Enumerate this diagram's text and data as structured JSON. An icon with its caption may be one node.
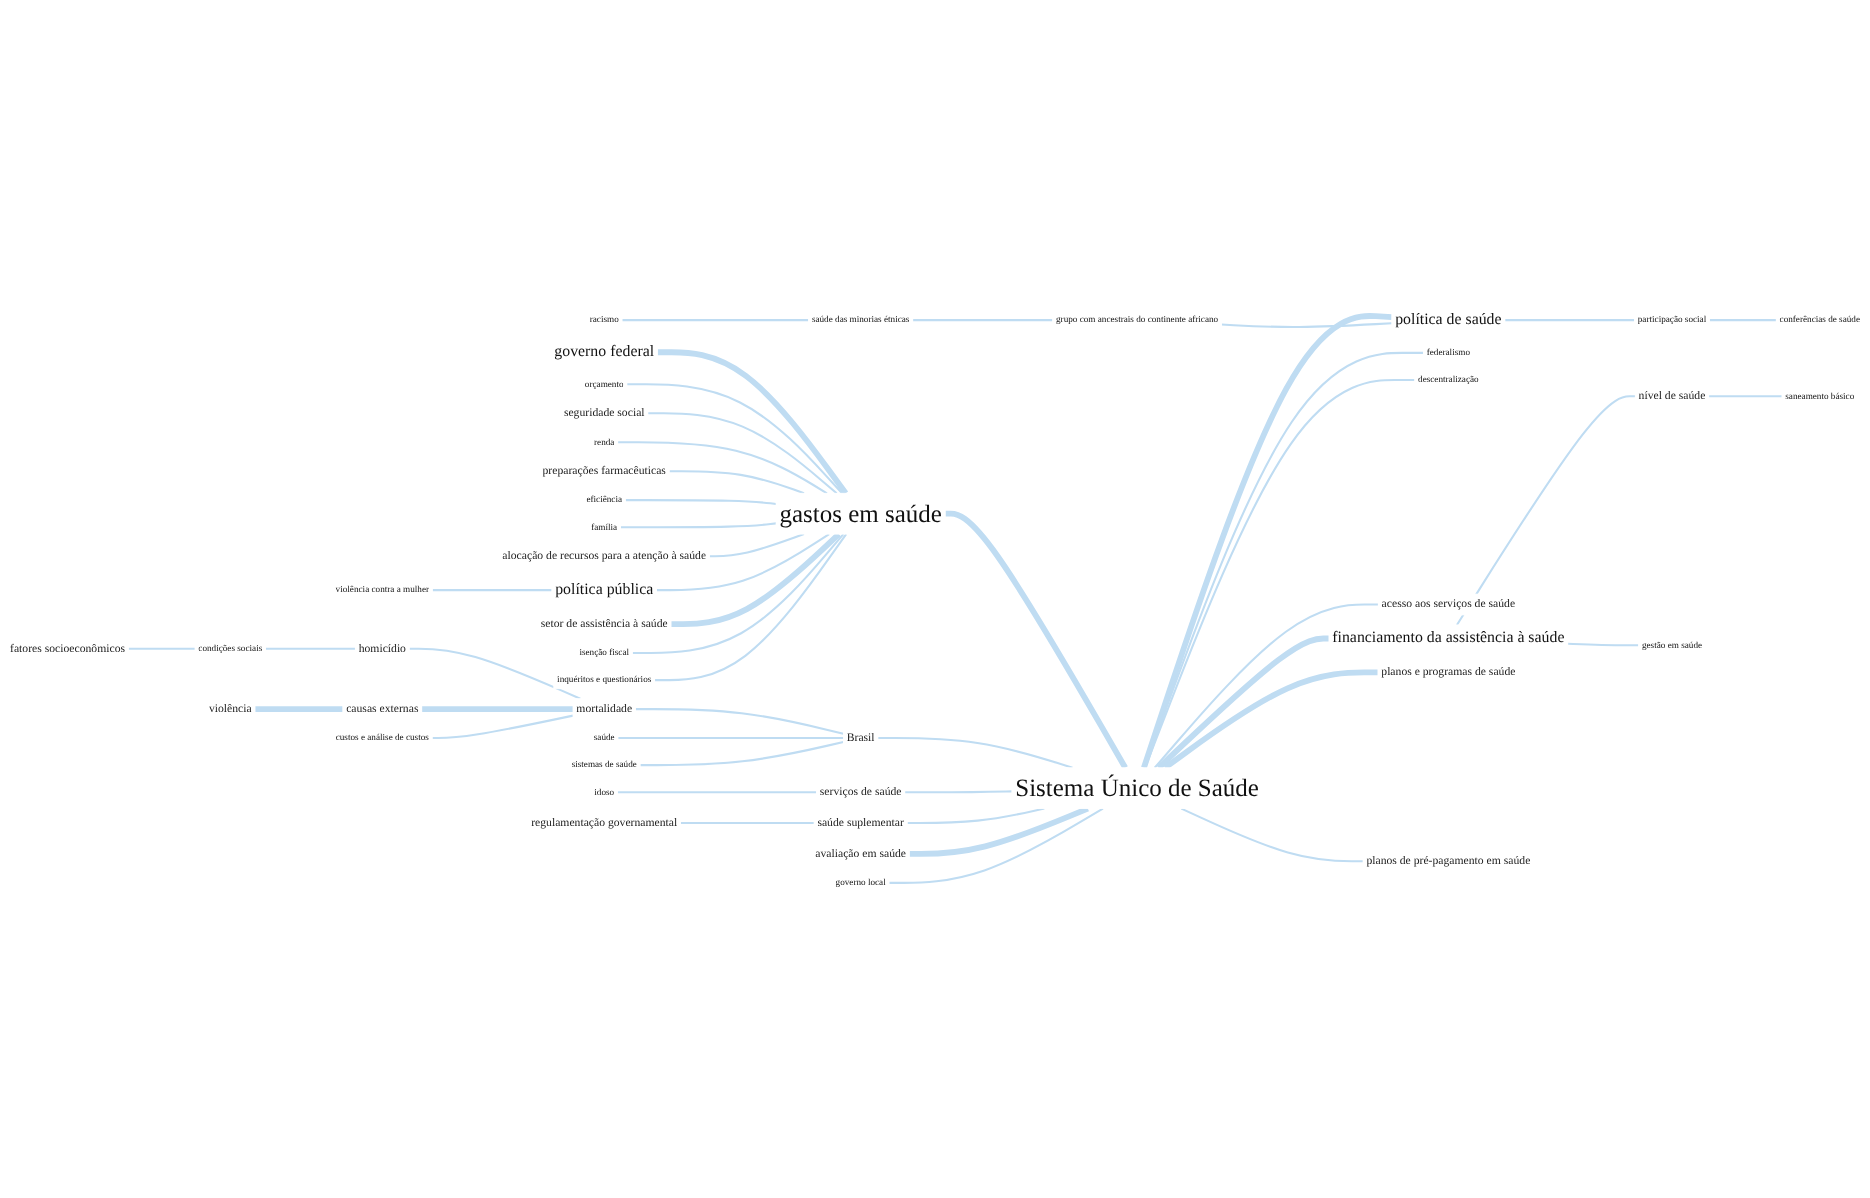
{
  "diagram": {
    "nodes": [
      {
        "text": [
          "Sistema Único de Saúde"
        ]
      },
      {
        "text": [
          "gastos em saúde"
        ]
      },
      {
        "text": [
          "governo federal"
        ]
      },
      {
        "text": [
          "orçamento"
        ]
      },
      {
        "text": [
          "seguridade social"
        ]
      },
      {
        "text": [
          "renda"
        ]
      },
      {
        "text": [
          "preparações farmacêuticas"
        ]
      },
      {
        "text": [
          "eficiência"
        ]
      },
      {
        "text": [
          "família"
        ]
      },
      {
        "text": [
          "alocação de recursos para a atenção à saúde"
        ]
      },
      {
        "text": [
          "política pública"
        ]
      },
      {
        "text": [
          "setor de assistência à saúde"
        ]
      },
      {
        "text": [
          "isenção fiscal"
        ]
      },
      {
        "text": [
          "violência contra a mulher"
        ]
      },
      {
        "text": [
          "inquéritos e questionários"
        ]
      },
      {
        "text": [
          "fatores socioeconômicos"
        ]
      },
      {
        "text": [
          "condições sociais"
        ]
      },
      {
        "text": [
          "homicídio"
        ]
      },
      {
        "text": [
          "idoso"
        ]
      },
      {
        "text": [
          "regulamentação governamental"
        ]
      },
      {
        "text": [
          "serviços de saúde"
        ]
      },
      {
        "text": [
          "saúde suplementar"
        ]
      },
      {
        "text": [
          "avaliação em saúde"
        ]
      },
      {
        "text": [
          "governo local"
        ]
      },
      {
        "text": [
          "racismo"
        ]
      },
      {
        "text": [
          "saúde das minorias étnicas"
        ]
      },
      {
        "text": [
          "grupo com ancestrais do continente africano"
        ]
      },
      {
        "text": [
          "política de saúde"
        ]
      },
      {
        "text": [
          "participação social"
        ]
      },
      {
        "text": [
          "conferências de saúde"
        ]
      },
      {
        "text": [
          "federalismo"
        ]
      },
      {
        "text": [
          "descentralização"
        ]
      },
      {
        "text": [
          "mortalidade"
        ]
      },
      {
        "text": [
          "acesso aos serviços de saúde"
        ]
      },
      {
        "text": [
          "custos e análise de custos"
        ]
      },
      {
        "text": [
          "Brasil"
        ]
      },
      {
        "text": [
          "financiamento da assistência à saúde"
        ]
      },
      {
        "text": [
          "planos e programas de saúde"
        ]
      },
      {
        "text": [
          "nível de saúde"
        ]
      },
      {
        "text": [
          "causas externas"
        ]
      },
      {
        "text": [
          "saúde"
        ]
      },
      {
        "text": [
          "sistemas de saúde"
        ]
      },
      {
        "text": [
          "gestão em saúde"
        ]
      },
      {
        "text": [
          "saneamento básico"
        ]
      },
      {
        "text": [
          "violência"
        ]
      },
      {
        "text": [
          "planos de pré-pagamento em saúde"
        ]
      }
    ],
    "edges": [
      {
        "from": 2,
        "to": 1,
        "arrow": "none",
        "style": "thick"
      },
      {
        "from": 3,
        "to": 1,
        "arrow": "none"
      },
      {
        "from": 4,
        "to": 1,
        "arrow": "none"
      },
      {
        "from": 5,
        "to": 1,
        "arrow": "none"
      },
      {
        "from": 6,
        "to": 1,
        "arrow": "none"
      },
      {
        "from": 7,
        "to": 1,
        "arrow": "none"
      },
      {
        "from": 8,
        "to": 1,
        "arrow": "none"
      },
      {
        "from": 9,
        "to": 1,
        "arrow": "none"
      },
      {
        "from": 13,
        "to": 10,
        "arrow": "none"
      },
      {
        "from": 10,
        "to": 1,
        "arrow": "none"
      },
      {
        "from": 11,
        "to": 1,
        "arrow": "none",
        "style": "thick"
      },
      {
        "from": 12,
        "to": 1,
        "arrow": "none"
      },
      {
        "from": 14,
        "to": 1,
        "arrow": "none"
      },
      {
        "from": 1,
        "to": 0,
        "arrow": "none",
        "style": "thick"
      },
      {
        "from": 15,
        "to": 16,
        "arrow": "none"
      },
      {
        "from": 16,
        "to": 17,
        "arrow": "none"
      },
      {
        "from": 17,
        "to": 32,
        "arrow": "none"
      },
      {
        "from": 44,
        "to": 39,
        "arrow": "none",
        "style": "thick"
      },
      {
        "from": 39,
        "to": 32,
        "arrow": "none",
        "style": "thick"
      },
      {
        "from": 34,
        "to": 32,
        "arrow": "none"
      },
      {
        "from": 32,
        "to": 35,
        "arrow": "none"
      },
      {
        "from": 40,
        "to": 35,
        "arrow": "none"
      },
      {
        "from": 41,
        "to": 35,
        "arrow": "none"
      },
      {
        "from": 35,
        "to": 0,
        "arrow": "none"
      },
      {
        "from": 18,
        "to": 20,
        "arrow": "none"
      },
      {
        "from": 20,
        "to": 0,
        "arrow": "none"
      },
      {
        "from": 19,
        "to": 21,
        "arrow": "none"
      },
      {
        "from": 21,
        "to": 0,
        "arrow": "none"
      },
      {
        "from": 22,
        "to": 0,
        "arrow": "none",
        "style": "thick"
      },
      {
        "from": 23,
        "to": 0,
        "arrow": "none"
      },
      {
        "from": 0,
        "to": 27,
        "arrow": "none",
        "style": "thick"
      },
      {
        "from": 24,
        "to": 25,
        "arrow": "none"
      },
      {
        "from": 25,
        "to": 26,
        "arrow": "none"
      },
      {
        "from": 26,
        "to": 27,
        "arrow": "none"
      },
      {
        "from": 27,
        "to": 28,
        "arrow": "none"
      },
      {
        "from": 28,
        "to": 29,
        "arrow": "none"
      },
      {
        "from": 0,
        "to": 30,
        "arrow": "none"
      },
      {
        "from": 0,
        "to": 31,
        "arrow": "none"
      },
      {
        "from": 0,
        "to": 36,
        "arrow": "none",
        "style": "thick"
      },
      {
        "from": 0,
        "to": 37,
        "arrow": "none",
        "style": "thick"
      },
      {
        "from": 36,
        "to": 38,
        "arrow": "none"
      },
      {
        "from": 38,
        "to": 43,
        "arrow": "none"
      },
      {
        "from": 36,
        "to": 42,
        "arrow": "none"
      },
      {
        "from": 0,
        "to": 45,
        "arrow": "none"
      },
      {
        "from": 0,
        "to": 33,
        "arrow": "none"
      }
    ]
  }
}
